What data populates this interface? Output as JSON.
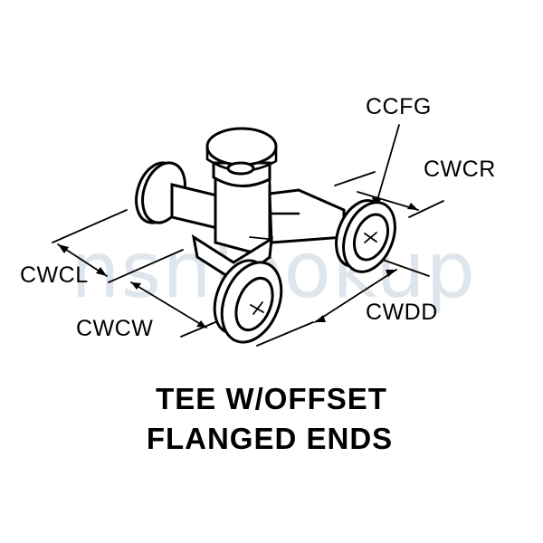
{
  "drawing": {
    "caption_line1": "TEE W/OFFSET",
    "caption_line2": "FLANGED ENDS",
    "watermark": "nsnlookup",
    "dimensions": {
      "ccfg": "CCFG",
      "cwcr": "CWCR",
      "cwcl": "CWCL",
      "cwcw": "CWCW",
      "cwdd": "CWDD"
    }
  },
  "colors": {
    "ink": "#000000",
    "paper": "#ffffff",
    "watermark": "#b9c6d6"
  }
}
